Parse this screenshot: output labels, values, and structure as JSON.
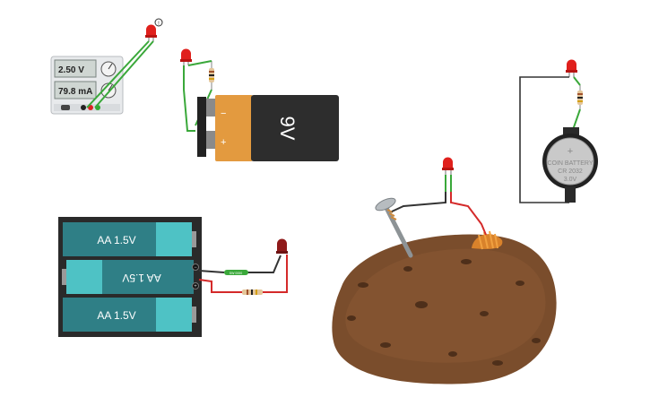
{
  "power_supply": {
    "voltage": "2.50 V",
    "current": "79.8 mA",
    "badge": "!"
  },
  "battery_9v": {
    "label": "9V",
    "minus": "−",
    "plus": "+"
  },
  "aa_pack": {
    "cells": [
      "AA 1.5V",
      "AA 1.5V",
      "AA 1.5V"
    ],
    "minus": "−",
    "plus": "+"
  },
  "coin_cell": {
    "plus": "+",
    "line1": "COIN BATTERY",
    "line2": "CR 2032",
    "line3": "3.0V"
  },
  "switch_label": "SW 0000",
  "colors": {
    "led": "#e0201c",
    "wire_green": "#3aa83a",
    "wire_red": "#d42a2a",
    "wire_black": "#333333",
    "battery_9v_orange": "#e39a3f",
    "aa_teal": "#2f7f86",
    "potato": "#7a4d2c"
  }
}
